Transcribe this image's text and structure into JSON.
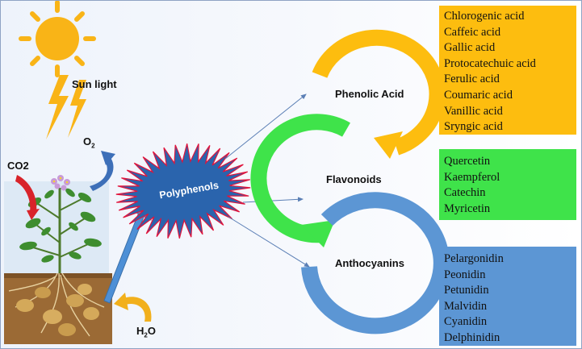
{
  "labels": {
    "sunlight": "Sun light",
    "o2": {
      "main": "O",
      "sub": "2"
    },
    "co2": "CO2",
    "h2o": {
      "main": "H",
      "sub": "2",
      "tail": "O"
    },
    "polyphenols": "Polyphenols",
    "phenolic": "Phenolic Acid",
    "flavonoids": "Flavonoids",
    "anthocyanins": "Anthocyanins"
  },
  "phenolic_acids": [
    "Chlorogenic acid",
    "Caffeic acid",
    "Gallic acid",
    "Protocatechuic acid",
    "Ferulic acid",
    "Coumaric acid",
    "Vanillic acid",
    "Sryngic acid"
  ],
  "flavonoids_list": [
    "Quercetin",
    "Kaempferol",
    "Catechin",
    "Myricetin"
  ],
  "anthocyanins_list": [
    "Pelargonidin",
    "Peonidin",
    "Petunidin",
    "Malvidin",
    "Cyanidin",
    "Delphinidin"
  ],
  "colors": {
    "phenolic": "#fdbd0f",
    "flavonoid": "#3fe34a",
    "anthocyanin": "#5c96d4",
    "polyphenol_fill": "#2a64ad",
    "polyphenol_outline": "#e0143c",
    "sun": "#f9b417",
    "soil": "#9b6a35"
  }
}
